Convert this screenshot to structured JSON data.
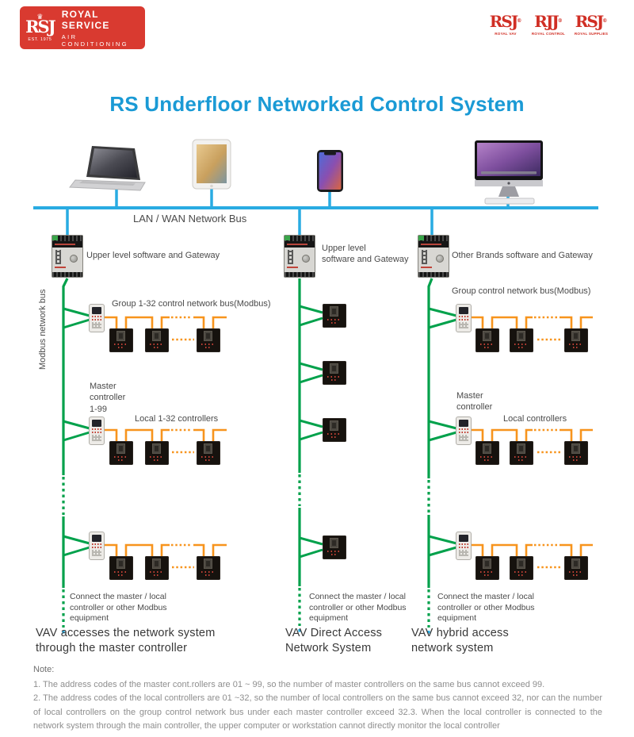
{
  "title": "RS Underfloor Networked Control System",
  "header": {
    "logo": {
      "crown": "♛",
      "monogram": "RSJ",
      "brand": "ROYAL SERVICE",
      "tagline": "AIR CONDITIONING",
      "est": "EST. 1975"
    },
    "sub_brands": {
      "reg_mark": "®",
      "vav": {
        "monogram": "RSJ",
        "caption": "ROYAL VAV"
      },
      "control": {
        "monogram": "RJJ",
        "caption": "ROYAL CONTROL"
      },
      "supplies": {
        "monogram": "RSJ",
        "caption": "ROYAL SUPPLIES"
      }
    }
  },
  "bus": {
    "label": "LAN / WAN Network Bus"
  },
  "modbus_bus_label": "Modbus network bus",
  "icons": [
    "laptop-icon",
    "tablet-icon",
    "smartphone-icon",
    "desktop-icon"
  ],
  "columns": {
    "left": {
      "gateway_label": "Upper level software and Gateway",
      "group_bus_label": "Group 1-32 control network bus(Modbus)",
      "master_label": "Master\ncontroller\n1-99",
      "local_label": "Local 1-32 controllers",
      "connect_label": "Connect the master / local\ncontroller or other Modbus\nequipment",
      "caption": "VAV accesses the network system\nthrough the master controller"
    },
    "middle": {
      "gateway_label": "Upper level\nsoftware and Gateway",
      "connect_label": "Connect the master / local\ncontroller or other Modbus\nequipment",
      "caption": "VAV Direct Access\nNetwork System"
    },
    "right": {
      "gateway_label": "Other Brands  software and Gateway",
      "group_bus_label": "Group control network bus(Modbus)",
      "master_label": "Master\ncontroller",
      "local_label": "Local controllers",
      "connect_label": "Connect the master / local\ncontroller or other Modbus\nequipment",
      "caption": "VAV hybrid access\nnetwork system"
    }
  },
  "notes": {
    "heading": "Note:",
    "item1": "1. The address codes of the master cont.rollers are 01 ~ 99, so the number of master controllers on the same bus cannot exceed 99.",
    "item2": "2. The address codes of the local controllers are 01 ~32, so the number of local controllers on the same bus cannot exceed 32, nor can the number of local controllers on the group control network bus under each master controller exceed 32.3. When the local controller is connected to the network system through the main controller, the upper computer or workstation cannot directly monitor the local controller"
  },
  "colors": {
    "brand_red": "#d93a30",
    "title_blue": "#1a9ad5",
    "lan_bus_cyan": "#29abe2",
    "modbus_green": "#00a14b",
    "group_bus_orange": "#f7941d",
    "label_gray": "#4a4a4a",
    "note_gray": "#8e8e8e"
  }
}
